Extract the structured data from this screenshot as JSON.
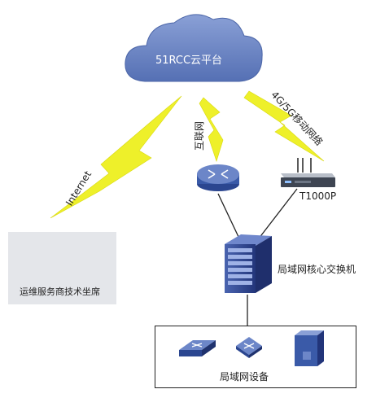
{
  "cloud": {
    "label": "51RCC云平台"
  },
  "links": {
    "internet": "Internet",
    "interconnect": "互联网",
    "mobile": "4G/5G移动网络"
  },
  "devices": {
    "router_name": "T1000P",
    "core_switch": "局域网核心交换机",
    "ops_room": "运维服务商技术坐席",
    "lan_devices": "局域网设备"
  },
  "colors": {
    "cloud": "#6b84c0",
    "lightning": "#eef02a",
    "device_blue": "#3a5aa8",
    "box_gray": "#e4e6ea"
  }
}
